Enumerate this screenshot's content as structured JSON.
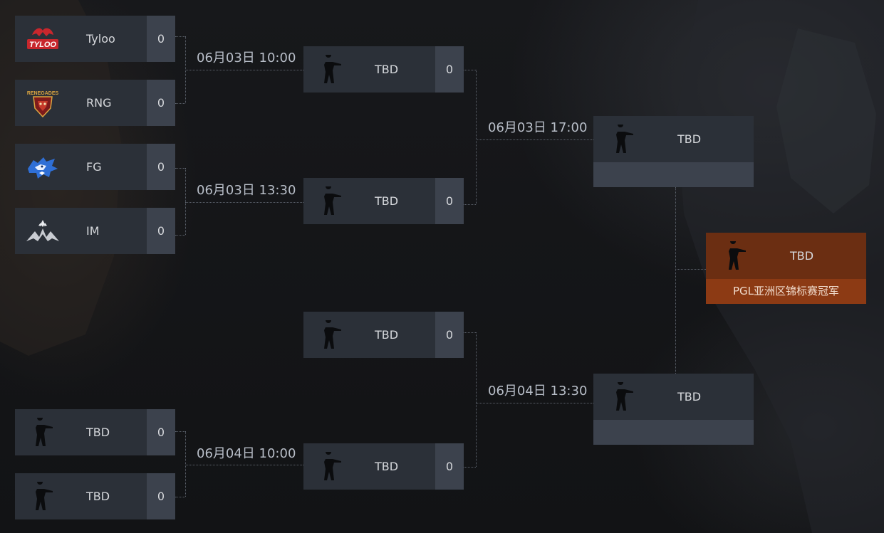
{
  "colors": {
    "card": "#2b3038",
    "score_bg": "#3c424d",
    "champion_top": "#6b2e12",
    "champion_bottom": "#8c3a14",
    "date_text": "#b8bec8"
  },
  "round1": {
    "matches": [
      {
        "date": "06月03日 10:00",
        "teams": [
          {
            "name": "Tyloo",
            "score": "0",
            "logo": "tyloo-logo"
          },
          {
            "name": "RNG",
            "score": "0",
            "logo": "renegades-logo"
          }
        ]
      },
      {
        "date": "06月03日 13:30",
        "teams": [
          {
            "name": "FG",
            "score": "0",
            "logo": "fg-wolf-logo"
          },
          {
            "name": "IM",
            "score": "0",
            "logo": "im-logo"
          }
        ]
      },
      {
        "date": "06月04日 10:00",
        "teams": [
          {
            "name": "TBD",
            "score": "0",
            "logo": "soldier-icon"
          },
          {
            "name": "TBD",
            "score": "0",
            "logo": "soldier-icon"
          }
        ]
      }
    ]
  },
  "round2": {
    "slots": [
      {
        "name": "TBD",
        "score": "0"
      },
      {
        "name": "TBD",
        "score": "0"
      },
      {
        "name": "TBD",
        "score": "0"
      },
      {
        "name": "TBD",
        "score": "0"
      }
    ],
    "dates": [
      "06月03日 17:00",
      "06月04日 13:30"
    ]
  },
  "semifinal": {
    "slots": [
      {
        "name": "TBD"
      },
      {
        "name": "TBD"
      }
    ]
  },
  "champion": {
    "name": "TBD",
    "label": "PGL亚洲区锦标赛冠军"
  }
}
